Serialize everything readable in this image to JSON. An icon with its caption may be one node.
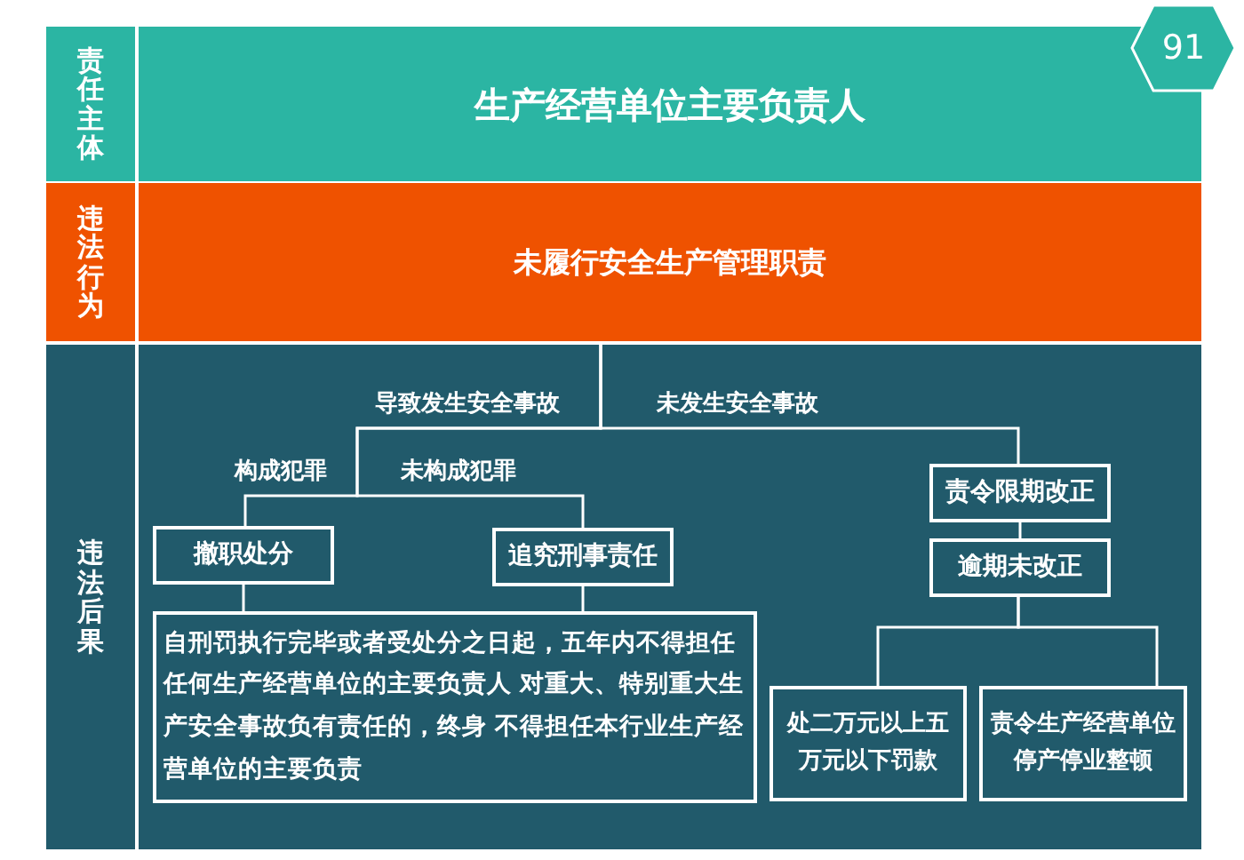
{
  "diagram": {
    "nodes": [
      {
        "text": [
          "责任主体"
        ]
      },
      {
        "text": [
          "生产经营单位主要负责人"
        ]
      },
      {
        "text": [
          "违法行为"
        ]
      },
      {
        "text": [
          "未履行安全生产管理职责"
        ]
      },
      {
        "text": [
          "违法后果"
        ]
      },
      {
        "text": [],
        "shape": "box"
      },
      {
        "text": [
          "撤职处分"
        ],
        "in": 5
      },
      {
        "text": [
          "追究刑事责任"
        ],
        "in": 5
      },
      {
        "text": [
          "自刑罚执行完毕或者受处分之日起，五年内不得担任任何生产经营单位的主要负责人 对重大、特别重大生产安全事故负有责任的，终身 不得担任本行业生产经营单位的主要负责"
        ],
        "in": 5
      },
      {
        "text": [
          "责令限期改正"
        ],
        "in": 5
      },
      {
        "text": [
          "逾期未改正"
        ],
        "in": 5
      },
      {
        "text": [
          "处二万元以上五万元以下罚款"
        ],
        "in": 5
      },
      {
        "text": [
          "责令生产经营单位停产停业整顿"
        ],
        "in": 5
      },
      {
        "text": [
          "91"
        ]
      }
    ],
    "edges": [
      {
        "from": 3,
        "to": 6,
        "arrow": "none"
      },
      {
        "from": 3,
        "to": 7,
        "arrow": "none"
      },
      {
        "from": 3,
        "to": 9,
        "arrow": "none"
      },
      {
        "from": 6,
        "to": 8,
        "arrow": "none"
      },
      {
        "from": 7,
        "to": 8,
        "arrow": "none"
      },
      {
        "from": 9,
        "to": 10,
        "arrow": "none"
      },
      {
        "from": 10,
        "to": 11,
        "arrow": "none"
      },
      {
        "from": 10,
        "to": 12,
        "arrow": "none"
      }
    ],
    "labels": [
      "导致发生安全事故",
      "未发生安全事故",
      "构成犯罪",
      "未构成犯罪"
    ]
  }
}
